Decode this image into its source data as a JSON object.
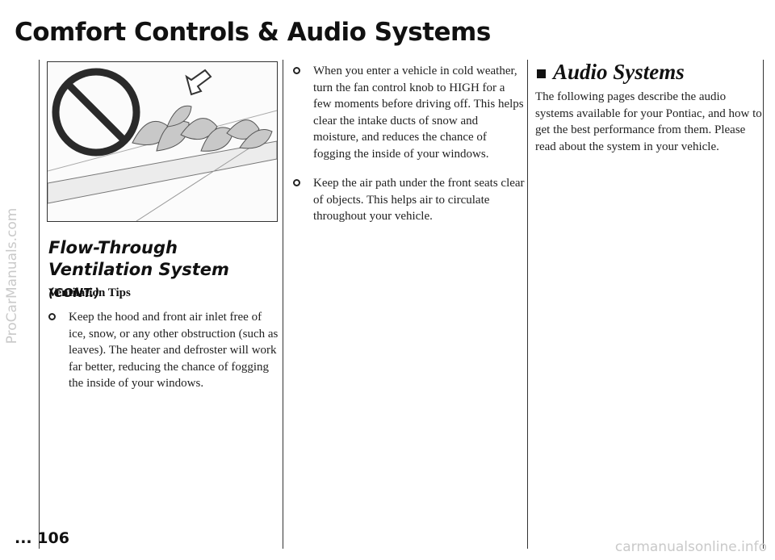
{
  "page": {
    "title": "Comfort Controls & Audio Systems",
    "page_number": "... 106",
    "watermark_side": "ProCarManuals.com",
    "watermark_bottom": "carmanualsonline.info"
  },
  "left_column": {
    "heading_main": "Flow-Through Ventilation System",
    "heading_suffix": "(CONT.)",
    "subheading": "Ventilation Tips",
    "bullets": [
      "Keep the hood and front air inlet free of ice, snow, or any other obstruction (such as leaves). The heater and defroster will work far better, reducing the chance of fogging the inside of your windows."
    ]
  },
  "middle_column": {
    "bullets": [
      "When you enter a vehicle in cold weather, turn the fan control knob to HIGH for a few moments before driving off. This helps clear the intake ducts of snow and moisture, and reduces the chance of fogging the inside of your windows.",
      "Keep the air path under the front seats clear of objects. This helps air to circulate throughout your vehicle."
    ]
  },
  "right_column": {
    "heading": "Audio Systems",
    "body": "The following pages describe the audio systems available for your Pontiac, and how to get the best performance from them. Please read about the system in your vehicle."
  },
  "figure": {
    "icons": [
      "prohibition-sign-icon",
      "airflow-arrow-icon",
      "leaves-icon"
    ]
  },
  "colors": {
    "text": "#1a1a1a",
    "rule": "#333333",
    "watermark": "#c9c9c9"
  }
}
